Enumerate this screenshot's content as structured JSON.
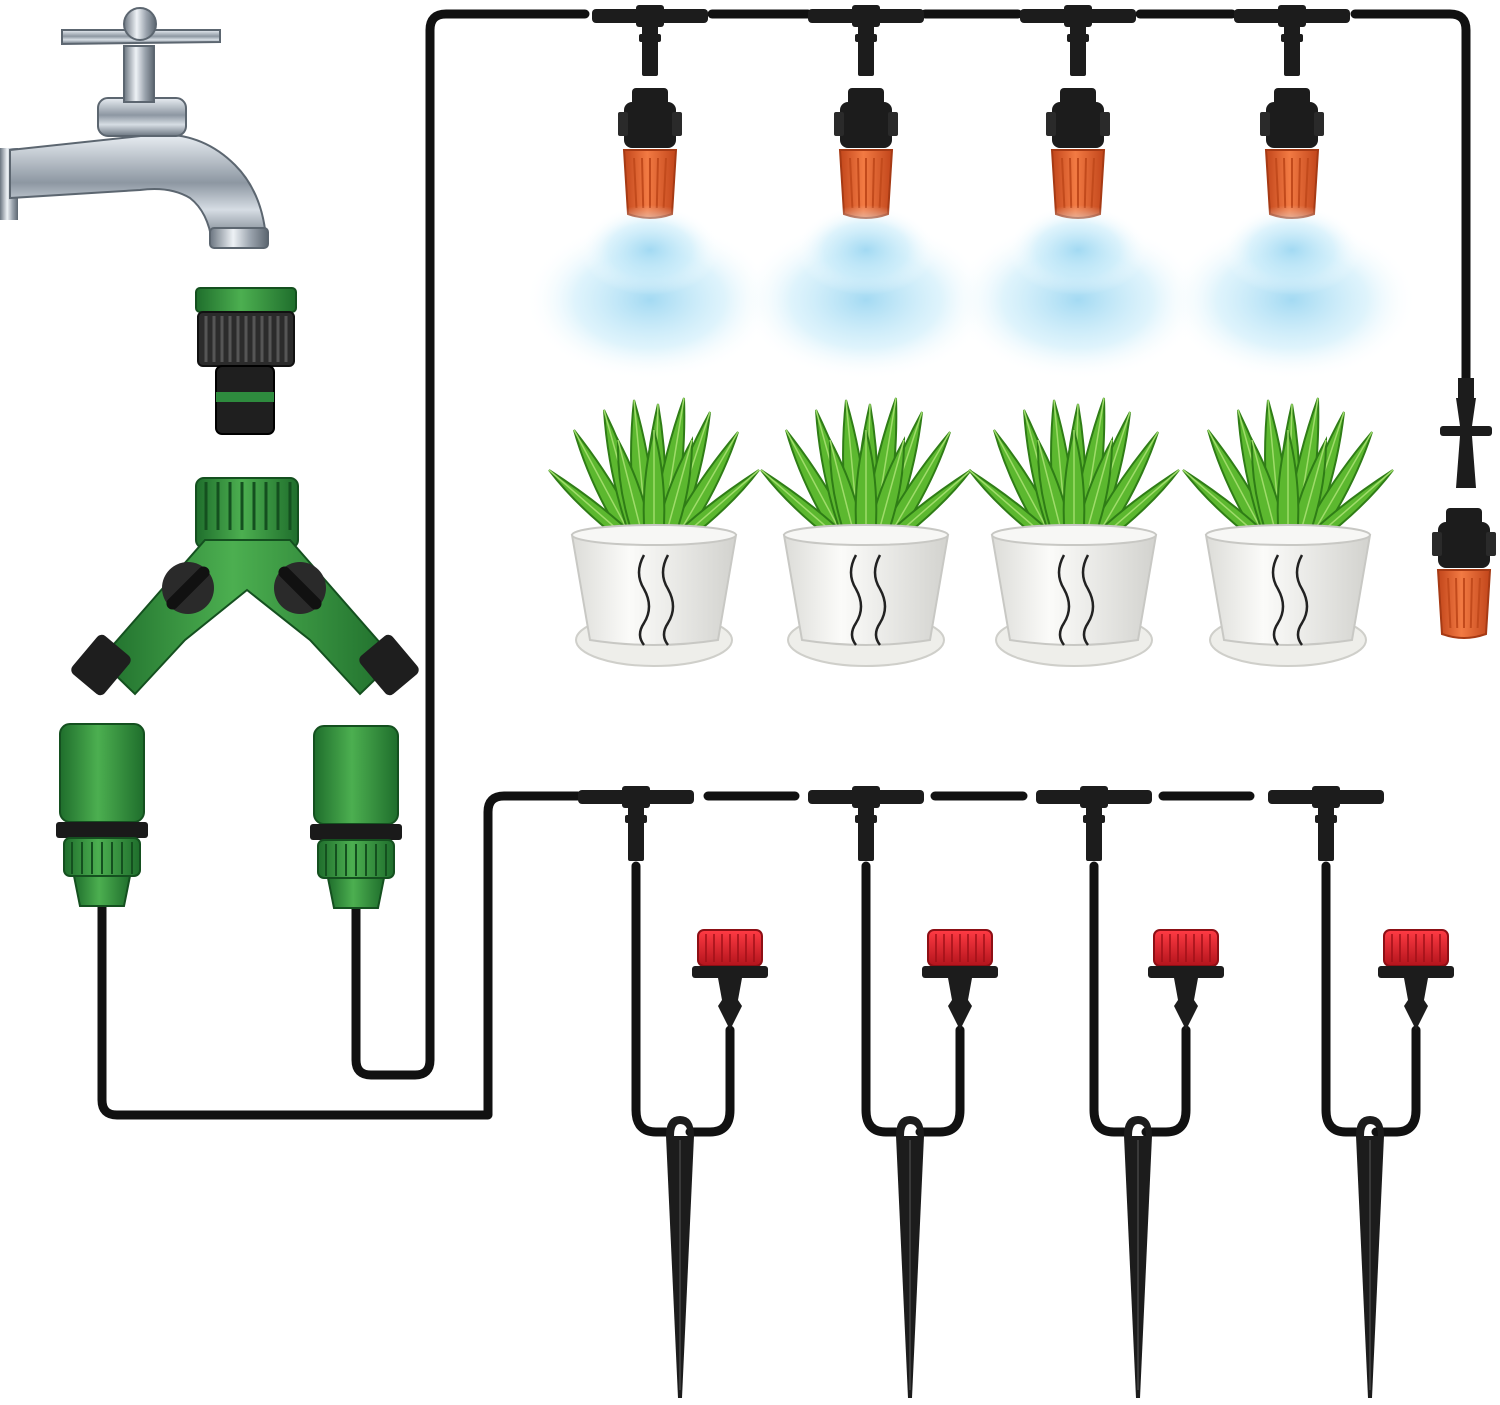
{
  "diagram": {
    "description_free": true,
    "colors": {
      "background": "#ffffff",
      "tubing": "#111111",
      "fitting_black": "#1c1c1c",
      "adapter_green": "#2e8b3e",
      "adapter_green_light": "#4caf50",
      "mist_nozzle_orange": "#e8612c",
      "dripper_red": "#e01e2a",
      "tap_chrome": "#9aa3ad",
      "mist_blue": "#bfe6f7",
      "plant_green": "#5cb82f",
      "pot_white": "#f2f2f0"
    },
    "icons": [
      "tap-icon",
      "tap-adapter-icon",
      "y-splitter-icon",
      "quick-connector-icon",
      "tee-connector-icon",
      "mist-nozzle-icon",
      "mist-spray-icon",
      "potted-plant-icon",
      "straight-connector-icon",
      "end-nozzle-icon",
      "dripper-icon",
      "ground-stake-icon"
    ],
    "upper_line": {
      "tee_count": 4,
      "mist_nozzle_count": 4,
      "plant_count": 4
    },
    "lower_line": {
      "tee_count": 4,
      "dripper_count": 4,
      "stake_count": 4
    }
  }
}
